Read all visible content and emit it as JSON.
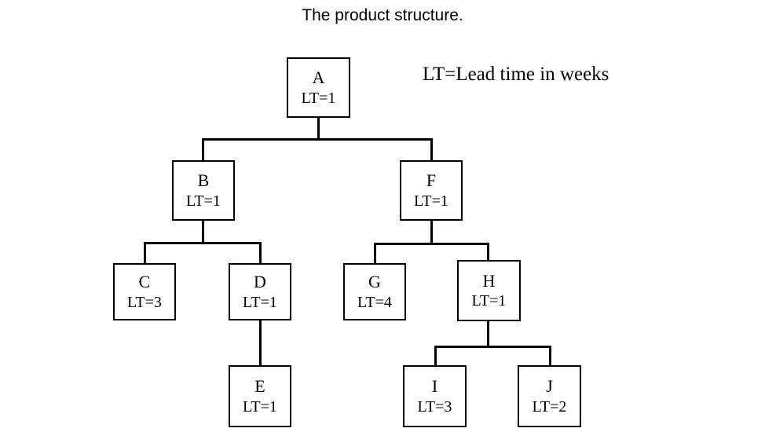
{
  "title": "The product structure.",
  "legend": "LT=Lead time in weeks",
  "colors": {
    "background": "#ffffff",
    "stroke": "#000000",
    "text": "#000000"
  },
  "nodes": [
    {
      "id": "A",
      "lt_label": "LT=1",
      "lt_value": 1,
      "level": 0,
      "parent": null
    },
    {
      "id": "B",
      "lt_label": "LT=1",
      "lt_value": 1,
      "level": 1,
      "parent": "A"
    },
    {
      "id": "F",
      "lt_label": "LT=1",
      "lt_value": 1,
      "level": 1,
      "parent": "A"
    },
    {
      "id": "C",
      "lt_label": "LT=3",
      "lt_value": 3,
      "level": 2,
      "parent": "B"
    },
    {
      "id": "D",
      "lt_label": "LT=1",
      "lt_value": 1,
      "level": 2,
      "parent": "B"
    },
    {
      "id": "G",
      "lt_label": "LT=4",
      "lt_value": 4,
      "level": 2,
      "parent": "F"
    },
    {
      "id": "H",
      "lt_label": "LT=1",
      "lt_value": 1,
      "level": 2,
      "parent": "F"
    },
    {
      "id": "E",
      "lt_label": "LT=1",
      "lt_value": 1,
      "level": 3,
      "parent": "D"
    },
    {
      "id": "I",
      "lt_label": "LT=3",
      "lt_value": 3,
      "level": 3,
      "parent": "H"
    },
    {
      "id": "J",
      "lt_label": "LT=2",
      "lt_value": 2,
      "level": 3,
      "parent": "H"
    }
  ]
}
